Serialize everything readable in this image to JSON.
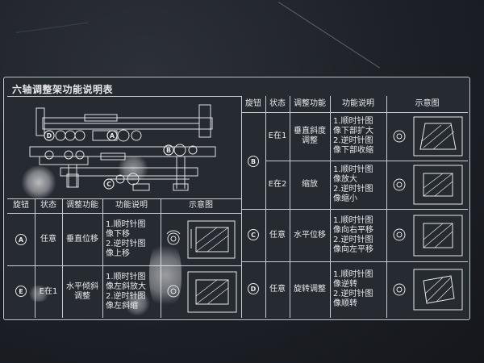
{
  "plate": {
    "title": "六轴调整架功能说明表"
  },
  "machine_labels": [
    "D",
    "A",
    "B",
    "C"
  ],
  "left_table": {
    "headers": [
      "旋钮",
      "状态",
      "调整功能",
      "功能说明",
      "示意图"
    ],
    "rows": [
      {
        "knob": "A",
        "state": "任意",
        "function": "垂直位移",
        "description": "1.顺时针图\n像下移\n2.逆时针图\n像上移"
      },
      {
        "knob": "E",
        "state": "E在1",
        "function": "水平倾斜\n调整",
        "description": "1.顺时针图\n像左斜放大\n2.逆时针图\n像左斜缩"
      }
    ]
  },
  "right_table": {
    "headers": [
      "旋钮",
      "状态",
      "调整功能",
      "功能说明",
      "示意图"
    ],
    "rows": [
      {
        "knob": "B",
        "state": "E在1",
        "function": "垂直斜度\n调整",
        "description": "1.顺时针图\n像下部扩大\n2.逆时针图\n像下部收缩"
      },
      {
        "knob": "",
        "state": "E在2",
        "function": "缩放",
        "description": "1.顺时针图\n像放大\n2.逆时针图\n像缩小"
      },
      {
        "knob": "C",
        "state": "任意",
        "function": "水平位移",
        "description": "1.顺时针图\n像向右平移\n2.逆时针图\n像向左平移"
      },
      {
        "knob": "D",
        "state": "任意",
        "function": "旋转调整",
        "description": "1.顺时针图\n像逆转\n2.逆时针图\n像顺转"
      }
    ]
  }
}
